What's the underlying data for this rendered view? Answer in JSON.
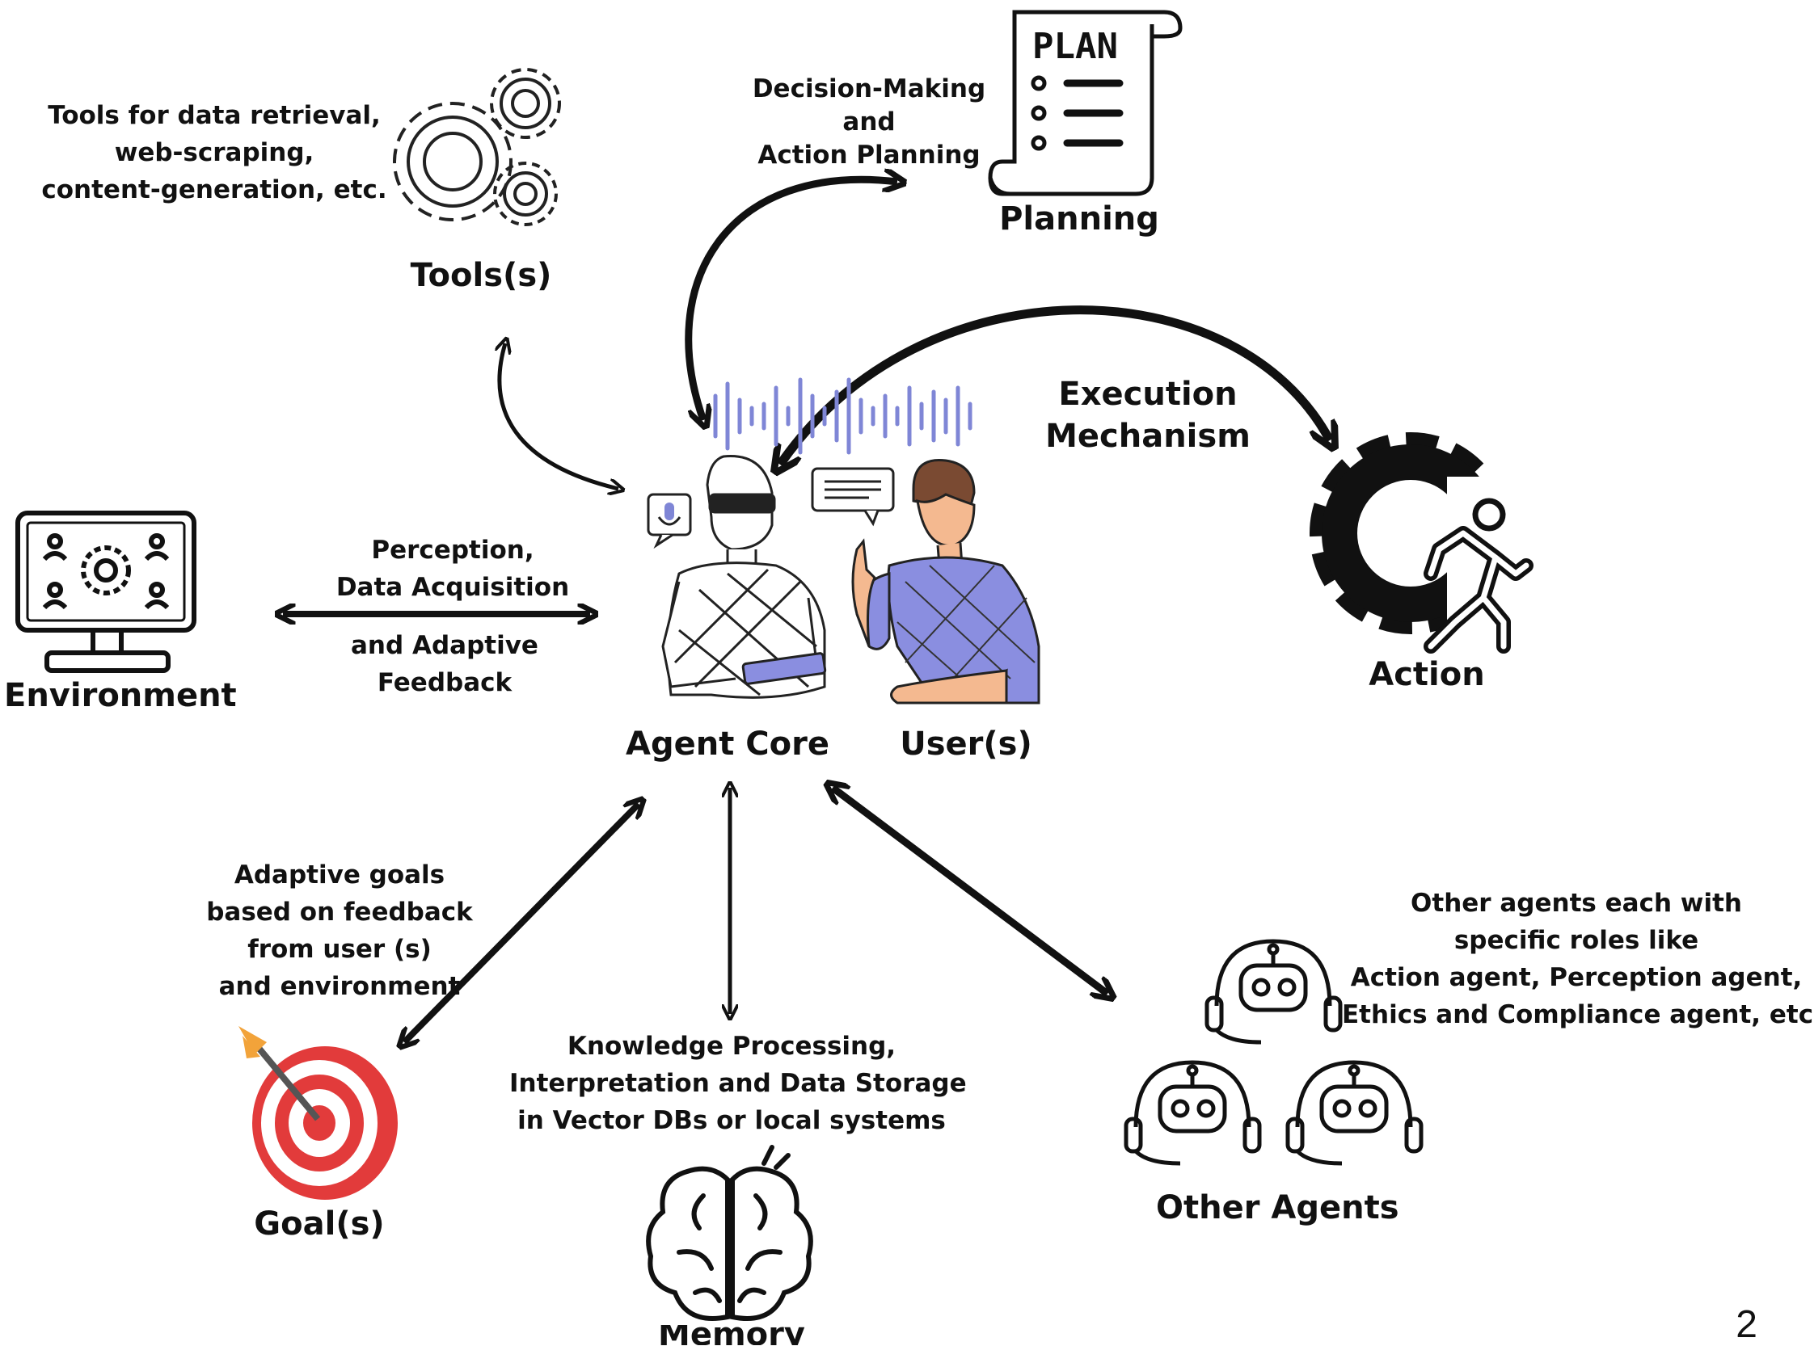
{
  "nodes": {
    "tools": "Tools(s)",
    "planning": "Planning",
    "plan_sign": "PLAN",
    "action": "Action",
    "environment": "Environment",
    "agent_core": "Agent Core",
    "users": "User(s)",
    "goals": "Goal(s)",
    "memory": "Memory",
    "other_agents": "Other Agents"
  },
  "edges": {
    "tools_desc": [
      "Tools for data retrieval,",
      "web-scraping,",
      "content-generation, etc."
    ],
    "planning_desc": [
      "Decision-Making",
      "and",
      "Action Planning"
    ],
    "execution_desc": [
      "Execution",
      "Mechanism"
    ],
    "perception_desc": [
      "Perception,",
      "Data Acquisition"
    ],
    "feedback_desc": [
      "and Adaptive",
      "Feedback"
    ],
    "goals_desc": [
      "Adaptive goals",
      "based on feedback",
      "from user (s)",
      "and environment"
    ],
    "memory_desc": [
      "Knowledge Processing,",
      "Interpretation and Data Storage",
      "in Vector DBs or local systems"
    ],
    "agents_desc": [
      "Other agents  each with",
      "specific roles like",
      "Action agent, Perception agent,",
      "Ethics and Compliance agent, etc."
    ]
  },
  "page_number": "2",
  "colors": {
    "ink": "#111111",
    "wave": "#7f86d6",
    "shirt": "#8a8ee0",
    "target_red": "#e23b3b",
    "skin": "#f4b990",
    "hair": "#7a4a32"
  }
}
